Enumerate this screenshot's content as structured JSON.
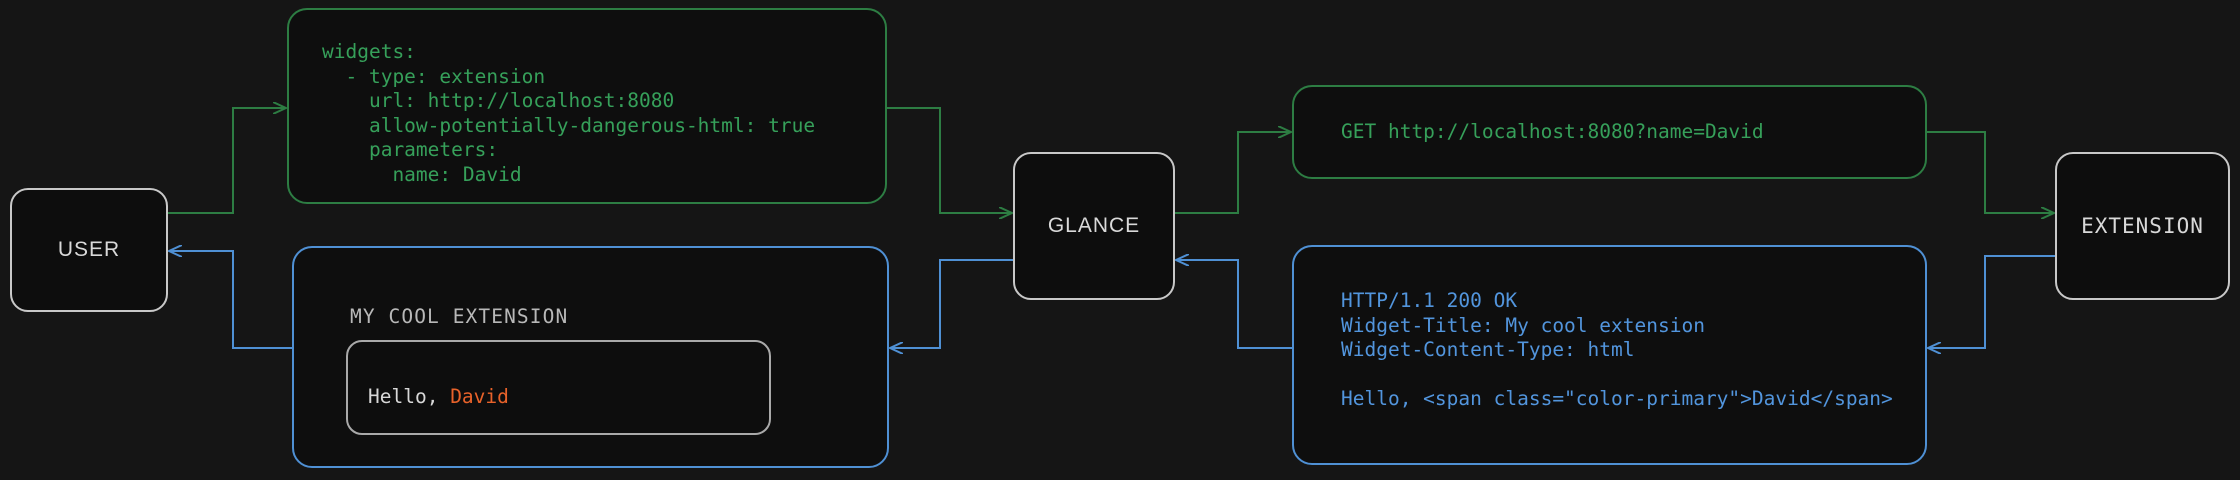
{
  "theme": {
    "background": "#151515",
    "node_border": "#c8c8c8",
    "node_text": "#d9d9d9",
    "green": "#2d7d43",
    "green_text": "#36a05a",
    "blue": "#4f90d4",
    "blue_text": "#5295dd",
    "orange": "#e8622a",
    "card_border": "#a9a9a9"
  },
  "nodes": {
    "user": "USER",
    "glance": "GLANCE",
    "extension": "EXTENSION"
  },
  "panels": {
    "yaml_config": {
      "code": "widgets:\n  - type: extension\n    url: http://localhost:8080\n    allow-potentially-dangerous-html: true\n    parameters:\n      name: David"
    },
    "http_request": {
      "code": "GET http://localhost:8080?name=David"
    },
    "http_response": {
      "code": "HTTP/1.1 200 OK\nWidget-Title: My cool extension\nWidget-Content-Type: html\n\nHello, <span class=\"color-primary\">David</span>"
    },
    "rendered_widget": {
      "title": "MY COOL EXTENSION",
      "greeting_prefix": "Hello, ",
      "greeting_name": "David"
    }
  },
  "flow": {
    "edges": [
      {
        "id": "user-to-config",
        "from": "user",
        "to": "yaml_config",
        "color": "#2d7d43"
      },
      {
        "id": "config-to-glance",
        "from": "yaml_config",
        "to": "glance",
        "color": "#2d7d43"
      },
      {
        "id": "glance-to-request",
        "from": "glance",
        "to": "http_request",
        "color": "#2d7d43"
      },
      {
        "id": "request-to-extension",
        "from": "http_request",
        "to": "extension",
        "color": "#2d7d43"
      },
      {
        "id": "extension-to-response",
        "from": "extension",
        "to": "http_response",
        "color": "#4f90d4"
      },
      {
        "id": "response-to-glance",
        "from": "http_response",
        "to": "glance",
        "color": "#4f90d4"
      },
      {
        "id": "glance-to-widget",
        "from": "glance",
        "to": "rendered_widget",
        "color": "#4f90d4"
      },
      {
        "id": "widget-to-user",
        "from": "rendered_widget",
        "to": "user",
        "color": "#4f90d4"
      }
    ]
  }
}
